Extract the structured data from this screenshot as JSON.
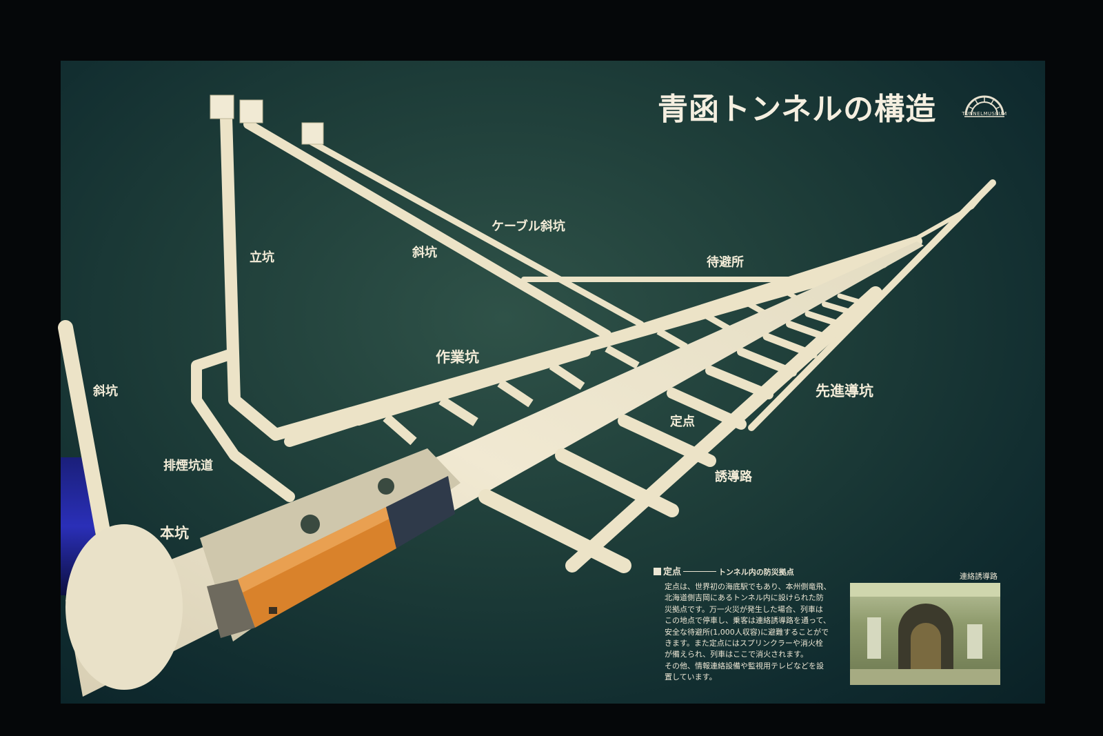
{
  "title": "青函トンネルの構造",
  "logo": {
    "text": "TUNNELMUSEUM",
    "icon": "tunnel-arch-icon"
  },
  "labels": {
    "tate_kou": "立坑",
    "shakou_top": "斜坑",
    "cable_shakou": "ケーブル斜坑",
    "taihisho": "待避所",
    "sagyou_kou": "作業坑",
    "shakou_left": "斜坑",
    "haien_koudou": "排煙坑道",
    "hon_kou": "本坑",
    "sendou_doukou": "先進導坑",
    "teiten": "定点",
    "yuudouro": "誘導路"
  },
  "info": {
    "heading": "定点",
    "subheading": "トンネル内の防災拠点",
    "body": "定点は、世界初の海底駅でもあり、本州側竜飛、\n北海道側吉岡にあるトンネル内に設けられた防\n災拠点です。万一火災が発生した場合、列車は\nこの地点で停車し、乗客は連絡誘導路を通って、\n安全な待避所(1,000人収容)に避難することがで\nきます。また定点にはスプリンクラーや消火栓\nが備えられ、列車はここで消火されます。\nその他、情報連絡設備や監視用テレビなどを設\n置しています。"
  },
  "photo": {
    "caption": "連絡誘導路"
  },
  "colors": {
    "structure": "#efe6cc",
    "background": "#1d3c38",
    "text": "#f3ecd8",
    "locomotive": "#d9822b"
  }
}
